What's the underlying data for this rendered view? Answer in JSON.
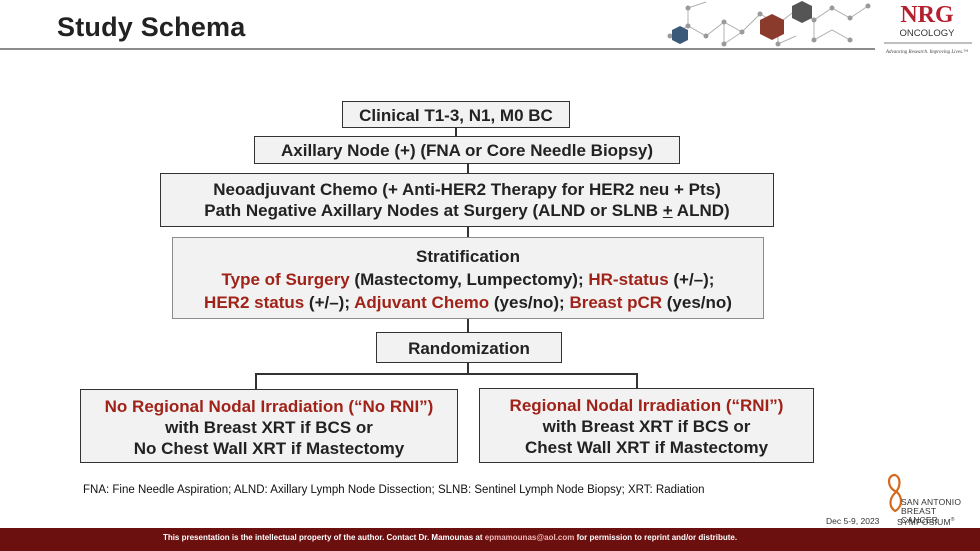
{
  "header": {
    "title": "Study Schema"
  },
  "logo": {
    "nrg_text": "NRG",
    "oncology_text": "ONCOLOGY",
    "tagline": "Advancing Research. Improving Lives.™",
    "accent_color": "#b5202e"
  },
  "schema": {
    "eligibility": "Clinical T1-3, N1, M0 BC",
    "biopsy": "Axillary Node (+) (FNA or Core Needle Biopsy)",
    "neoadjuvant": {
      "line1": "Neoadjuvant Chemo (+ Anti-HER2 Therapy for HER2 neu + Pts)",
      "line2_pre": "Path Negative Axillary Nodes at Surgery (ALND or SLNB ",
      "line2_pm": "+",
      "line2_post": " ALND)"
    },
    "stratification": {
      "heading": "Stratification",
      "factor1_name": "Type of Surgery",
      "factor1_vals": " (Mastectomy, Lumpectomy); ",
      "factor2_name": "HR-status",
      "factor2_vals": " (+/–);",
      "factor3_name": "HER2 status",
      "factor3_vals": " (+/–); ",
      "factor4_name": "Adjuvant Chemo",
      "factor4_vals": " (yes/no); ",
      "factor5_name": "Breast pCR",
      "factor5_vals": " (yes/no)"
    },
    "randomization": "Randomization",
    "arm_no_rni": {
      "title": "No Regional Nodal Irradiation (“No RNI”)",
      "line2": "with Breast XRT if BCS or",
      "line3": "No Chest Wall XRT if Mastectomy"
    },
    "arm_rni": {
      "title": "Regional Nodal Irradiation (“RNI”)",
      "line2": "with Breast XRT if BCS or",
      "line3": "Chest Wall XRT if Mastectomy"
    }
  },
  "footnote": "FNA: Fine Needle Aspiration; ALND: Axillary Lymph Node Dissection; SLNB: Sentinel Lymph Node Biopsy;  XRT: Radiation",
  "footer": {
    "text_pre": "This presentation is the intellectual property of the author.   Contact Dr. Mamounas at ",
    "email": "epmamounas@aol.com",
    "text_post": " for permission to reprint and/or distribute."
  },
  "date": "Dec 5-9, 2023",
  "symposium": {
    "line1": "SAN ANTONIO",
    "line2": "BREAST CANCER",
    "line3": "SYMPOSIUM",
    "registered_mark": "®"
  },
  "colors": {
    "red_text": "#a0231a",
    "footer_bar": "#6b0f0f",
    "box_fill": "#f2f2f2"
  }
}
